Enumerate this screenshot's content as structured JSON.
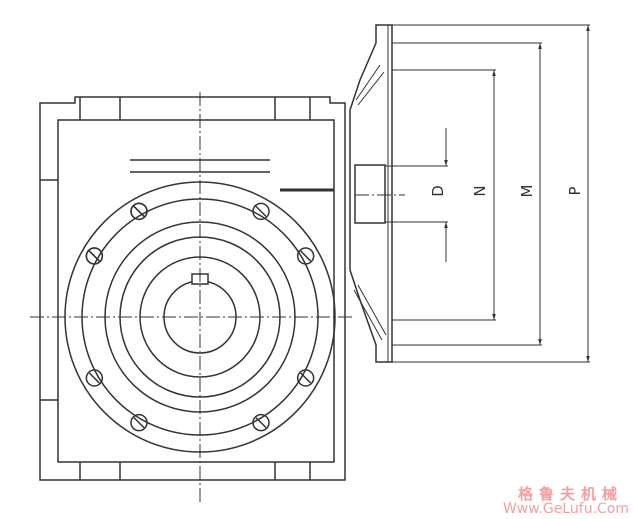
{
  "dimensions": {
    "d": "D",
    "n": "N",
    "m": "M",
    "p": "P"
  },
  "watermark": {
    "chinese": "格鲁夫机械",
    "url": "Www.GeLufu.Com"
  },
  "colors": {
    "line": "#333333",
    "watermark": "#f4a0a0"
  }
}
